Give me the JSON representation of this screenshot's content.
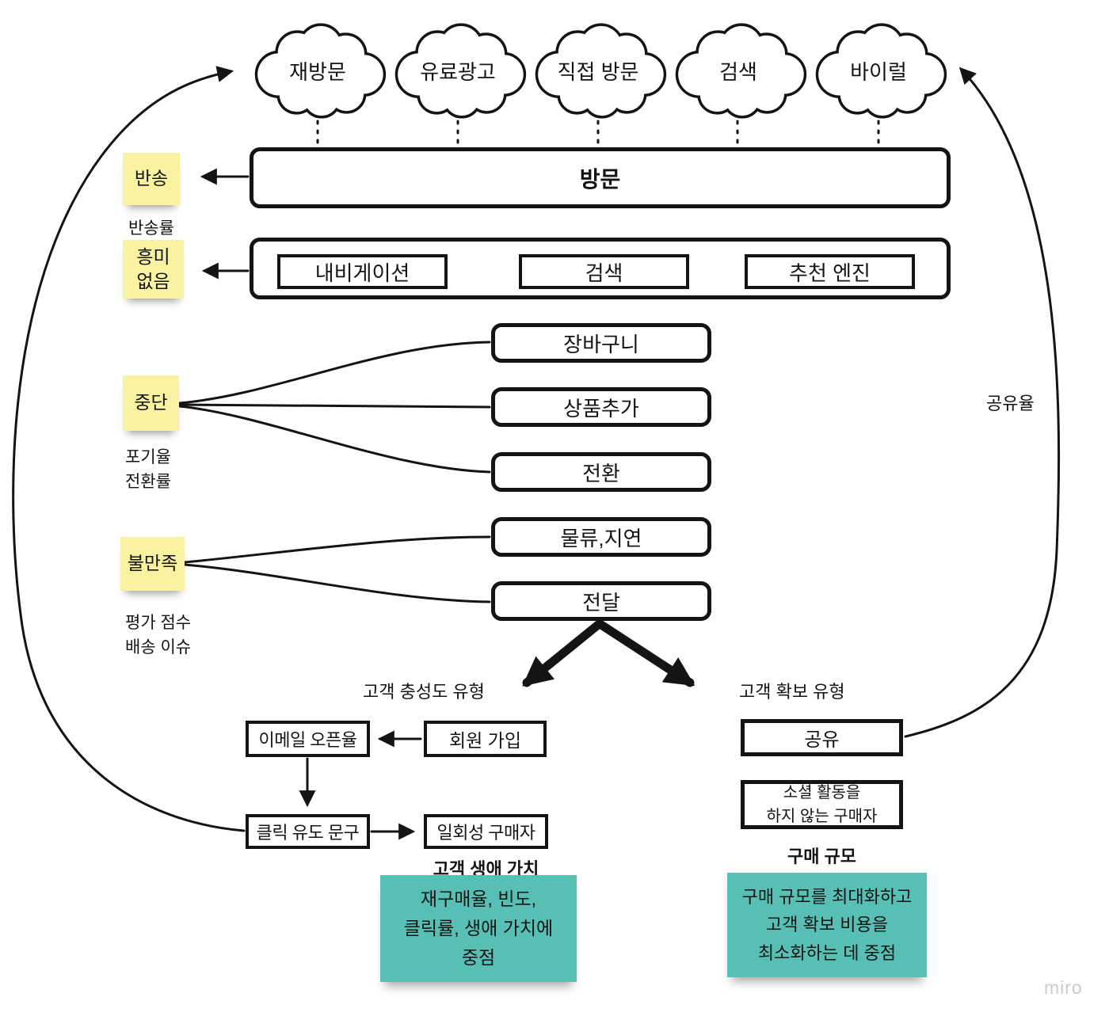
{
  "colors": {
    "sticky_yellow": "#f9f2a1",
    "sticky_teal": "#57bfb4",
    "line_black": "#141414",
    "watermark_gray": "#c7cad6"
  },
  "clouds": {
    "items": [
      {
        "label": "재방문"
      },
      {
        "label": "유료광고"
      },
      {
        "label": "직접 방문"
      },
      {
        "label": "검색"
      },
      {
        "label": "바이럴"
      }
    ]
  },
  "visit": {
    "label": "방문"
  },
  "bounce": {
    "sticky": "반송",
    "metric": "반송률"
  },
  "engage": {
    "boxes": [
      {
        "label": "내비게이션"
      },
      {
        "label": "검색"
      },
      {
        "label": "추천 엔진"
      }
    ],
    "sticky_line1": "흥미",
    "sticky_line2": "없음"
  },
  "cart": {
    "boxes": [
      {
        "label": "장바구니"
      },
      {
        "label": "상품추가"
      },
      {
        "label": "전환"
      }
    ],
    "sticky": "중단",
    "metric1": "포기율",
    "metric2": "전환률"
  },
  "delivery": {
    "boxes": [
      {
        "label": "물류,지연"
      },
      {
        "label": "전달"
      }
    ],
    "sticky": "불만족",
    "metric1": "평가 점수",
    "metric2": "배송 이슈"
  },
  "branches": {
    "loyalty_label": "고객 충성도 유형",
    "acquisition_label": "고객 확보 유형"
  },
  "loyalty": {
    "email_open": "이메일 오픈율",
    "signup": "회원 가입",
    "cta": "클릭 유도 문구",
    "one_time_buyer": "일회성 구매자",
    "caption": "고객 생애 가치",
    "note_line1": "재구매율, 빈도,",
    "note_line2": "클릭률, 생애 가치에",
    "note_line3": "중점"
  },
  "acquisition": {
    "share": "공유",
    "share_rate": "공유율",
    "no_social_line1": "소셜 활동을",
    "no_social_line2": "하지 않는 구매자",
    "caption": "구매 규모",
    "note_line1": "구매 규모를 최대화하고",
    "note_line2": "고객 확보 비용을",
    "note_line3": "최소화하는 데 중점"
  },
  "watermark": "miro"
}
